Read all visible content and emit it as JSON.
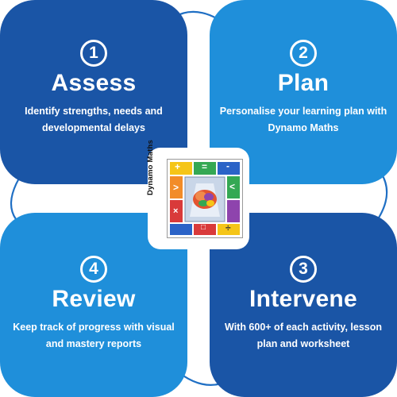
{
  "steps": [
    {
      "number": "1",
      "title": "Assess",
      "description": "Identify strengths, needs and developmental delays"
    },
    {
      "number": "2",
      "title": "Plan",
      "description": "Personalise your learning plan with Dynamo Maths"
    },
    {
      "number": "3",
      "title": "Intervene",
      "description": "With 600+ of each activity, lesson plan and worksheet"
    },
    {
      "number": "4",
      "title": "Review",
      "description": "Keep track of progress with visual and mastery reports"
    }
  ],
  "logo": {
    "text": "Dynamo Maths",
    "symbols": [
      "+",
      "=",
      "-",
      "×",
      "÷",
      "<",
      ">",
      "□"
    ]
  },
  "colors": {
    "dark_blue": "#1a55a6",
    "light_blue": "#1f8fda",
    "arrow": "#1f6fc4"
  }
}
